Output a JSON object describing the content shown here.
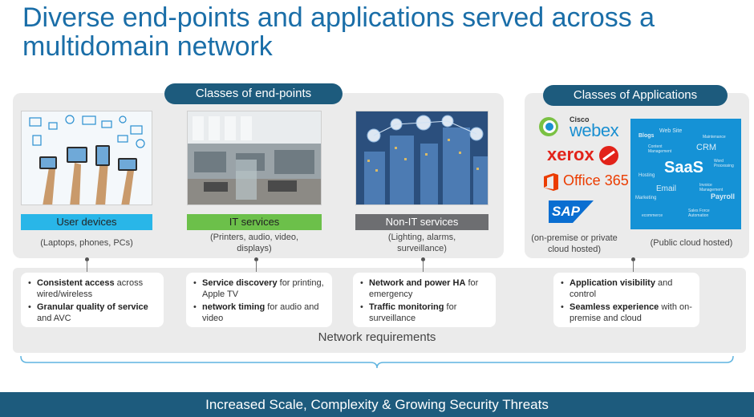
{
  "title": "Diverse end-points and applications served across a multidomain network",
  "endpoints": {
    "header": "Classes of end-points",
    "categories": [
      {
        "label": "User devices",
        "sub": "(Laptops, phones, PCs)",
        "color": "#29b6e8"
      },
      {
        "label": "IT services",
        "sub": "(Printers, audio, video, displays)",
        "color": "#6cc04a"
      },
      {
        "label": "Non-IT services",
        "sub": "(Lighting, alarms, surveillance)",
        "color": "#6d6e71"
      }
    ]
  },
  "applications": {
    "header": "Classes of Applications",
    "logos": {
      "cisco": "Cisco",
      "webex": "webex",
      "xerox": "xerox",
      "office": "Office 365",
      "sap": "SAP"
    },
    "cloud_words": {
      "web_site": "Web Site",
      "blogs": "Blogs",
      "maintenance": "Maintenance",
      "content_mgmt": "Content Management",
      "crm": "CRM",
      "saas": "SaaS",
      "word_processing": "Word Processing",
      "hosting": "Hosting",
      "email": "Email",
      "invoice_mgmt": "Invoice Management",
      "marketing": "Marketing",
      "payroll": "Payroll",
      "ecommerce": "ecommerce",
      "sales_force": "Sales Force Automation"
    },
    "onprem_caption": "(on-premise or private cloud hosted)",
    "public_caption": "(Public cloud hosted)"
  },
  "requirements": {
    "label": "Network requirements",
    "box1": [
      {
        "bold": "Consistent access",
        "rest": " across wired/wireless"
      },
      {
        "bold": "Granular quality of service",
        "rest": " and AVC"
      }
    ],
    "box2": [
      {
        "bold": "Service discovery",
        "rest": " for printing, Apple TV"
      },
      {
        "bold": "network timing",
        "rest": " for audio and video"
      }
    ],
    "box3": [
      {
        "bold": "Network and power HA",
        "rest": " for emergency"
      },
      {
        "bold": "Traffic monitoring",
        "rest": " for surveillance"
      }
    ],
    "box4": [
      {
        "bold": "Application visibility",
        "rest": " and control"
      },
      {
        "bold": "Seamless experience",
        "rest": " with on-premise and cloud"
      }
    ]
  },
  "footer": "Increased Scale, Complexity & Growing Security Threats"
}
